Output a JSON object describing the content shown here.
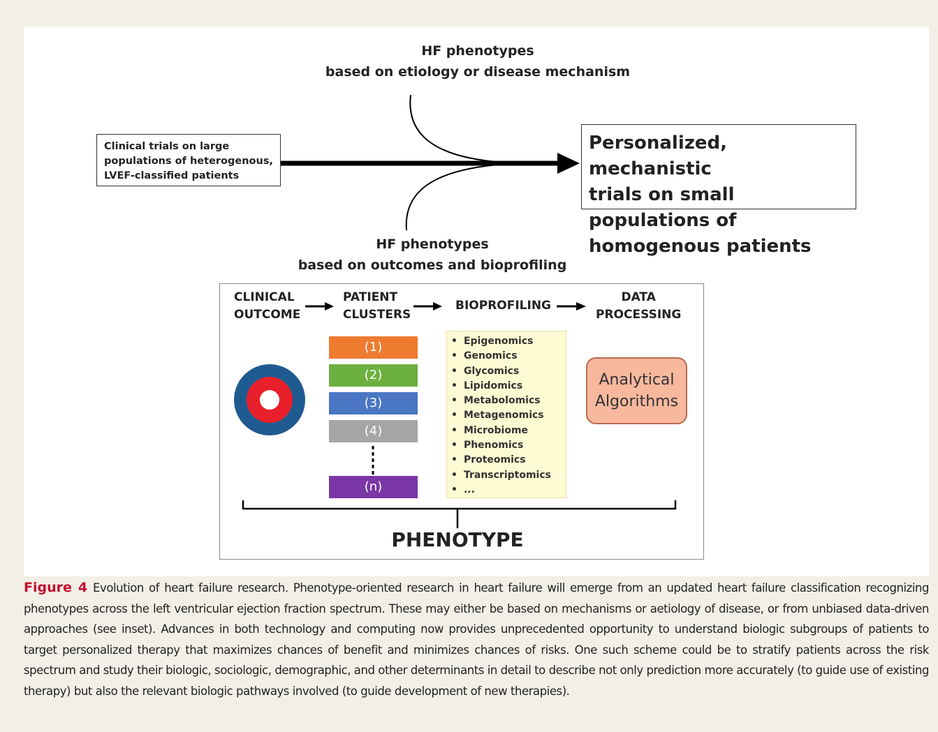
{
  "top_label": {
    "line1": "HF phenotypes",
    "line2": "based on etiology or disease mechanism"
  },
  "bottom_label": {
    "line1": "HF phenotypes",
    "line2": "based on outcomes and bioprofiling"
  },
  "left_box": {
    "lines": [
      "Clinical trials on large",
      "populations of heterogenous,",
      "LVEF-classified patients"
    ]
  },
  "right_box": {
    "lines": [
      "Personalized, mechanistic",
      "trials on small populations of",
      "homogenous patients"
    ]
  },
  "inset": {
    "steps": [
      {
        "line1": "CLINICAL",
        "line2": "OUTCOME"
      },
      {
        "line1": "PATIENT",
        "line2": "CLUSTERS"
      },
      {
        "line1": "BIOPROFILING",
        "line2": ""
      },
      {
        "line1": "DATA",
        "line2": "PROCESSING"
      }
    ],
    "clusters": [
      {
        "label": "(1)",
        "color": "#ef7b30"
      },
      {
        "label": "(2)",
        "color": "#6cb040"
      },
      {
        "label": "(3)",
        "color": "#4a76c3"
      },
      {
        "label": "(4)",
        "color": "#a5a5a5"
      },
      {
        "label": "(n)",
        "color": "#7a37a5"
      }
    ],
    "bioprofiling_items": [
      "Epigenomics",
      "Genomics",
      "Glycomics",
      "Lipidomics",
      "Metabolomics",
      "Metagenomics",
      "Microbiome",
      "Phenomics",
      "Proteomics",
      "Transcriptomics",
      "..."
    ],
    "algorithm": {
      "line1": "Analytical",
      "line2": "Algorithms"
    },
    "phenotype": "PHENOTYPE",
    "target_colors": {
      "outer": "#1f5b91",
      "middle": "#e8202b",
      "inner": "#ffffff"
    }
  },
  "caption": {
    "label": "Figure 4",
    "text": "Evolution of heart failure research. Phenotype-oriented research in heart failure will emerge from an updated heart failure classification recognizing phenotypes across the left ventricular ejection fraction spectrum. These may either be based on mechanisms or aetiology of disease, or from unbiased data-driven approaches (see inset). Advances in both technology and computing now provides unprecedented opportunity to understand biologic subgroups of patients to target personalized therapy that maximizes chances of benefit and minimizes chances of risks. One such scheme could be to stratify patients across the risk spectrum and study their biologic, sociologic, demographic, and other determinants in detail to describe not only prediction more accurately (to guide use of existing therapy) but also the relevant biologic pathways involved (to guide development of new therapies)."
  }
}
